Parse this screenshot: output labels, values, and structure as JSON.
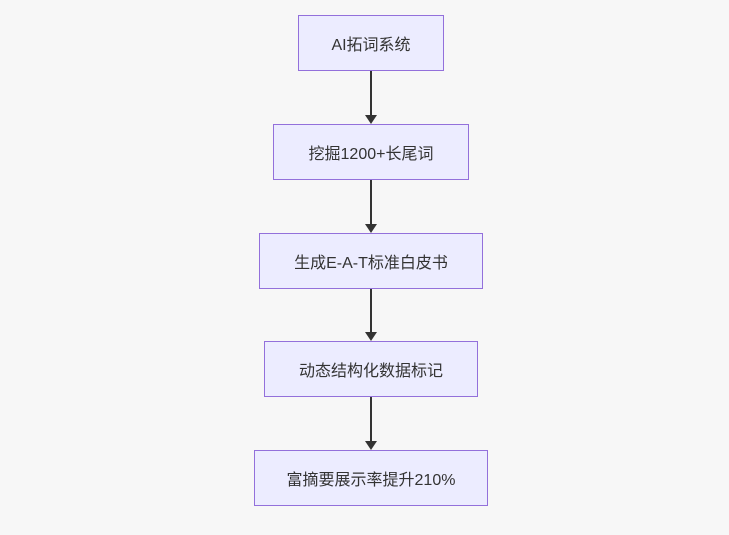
{
  "diagram": {
    "type": "flowchart",
    "direction": "top-down",
    "nodes": [
      {
        "id": "n1",
        "label": "AI拓词系统"
      },
      {
        "id": "n2",
        "label": "挖掘1200+长尾词"
      },
      {
        "id": "n3",
        "label": "生成E-A-T标准白皮书"
      },
      {
        "id": "n4",
        "label": "动态结构化数据标记"
      },
      {
        "id": "n5",
        "label": "富摘要展示率提升210%"
      }
    ],
    "edges": [
      {
        "from": "n1",
        "to": "n2"
      },
      {
        "from": "n2",
        "to": "n3"
      },
      {
        "from": "n3",
        "to": "n4"
      },
      {
        "from": "n4",
        "to": "n5"
      }
    ],
    "colors": {
      "node_fill": "#ECECFF",
      "node_border": "#9370DB",
      "arrow": "#333333",
      "text": "#333333",
      "background": "#F7F7F7"
    }
  }
}
